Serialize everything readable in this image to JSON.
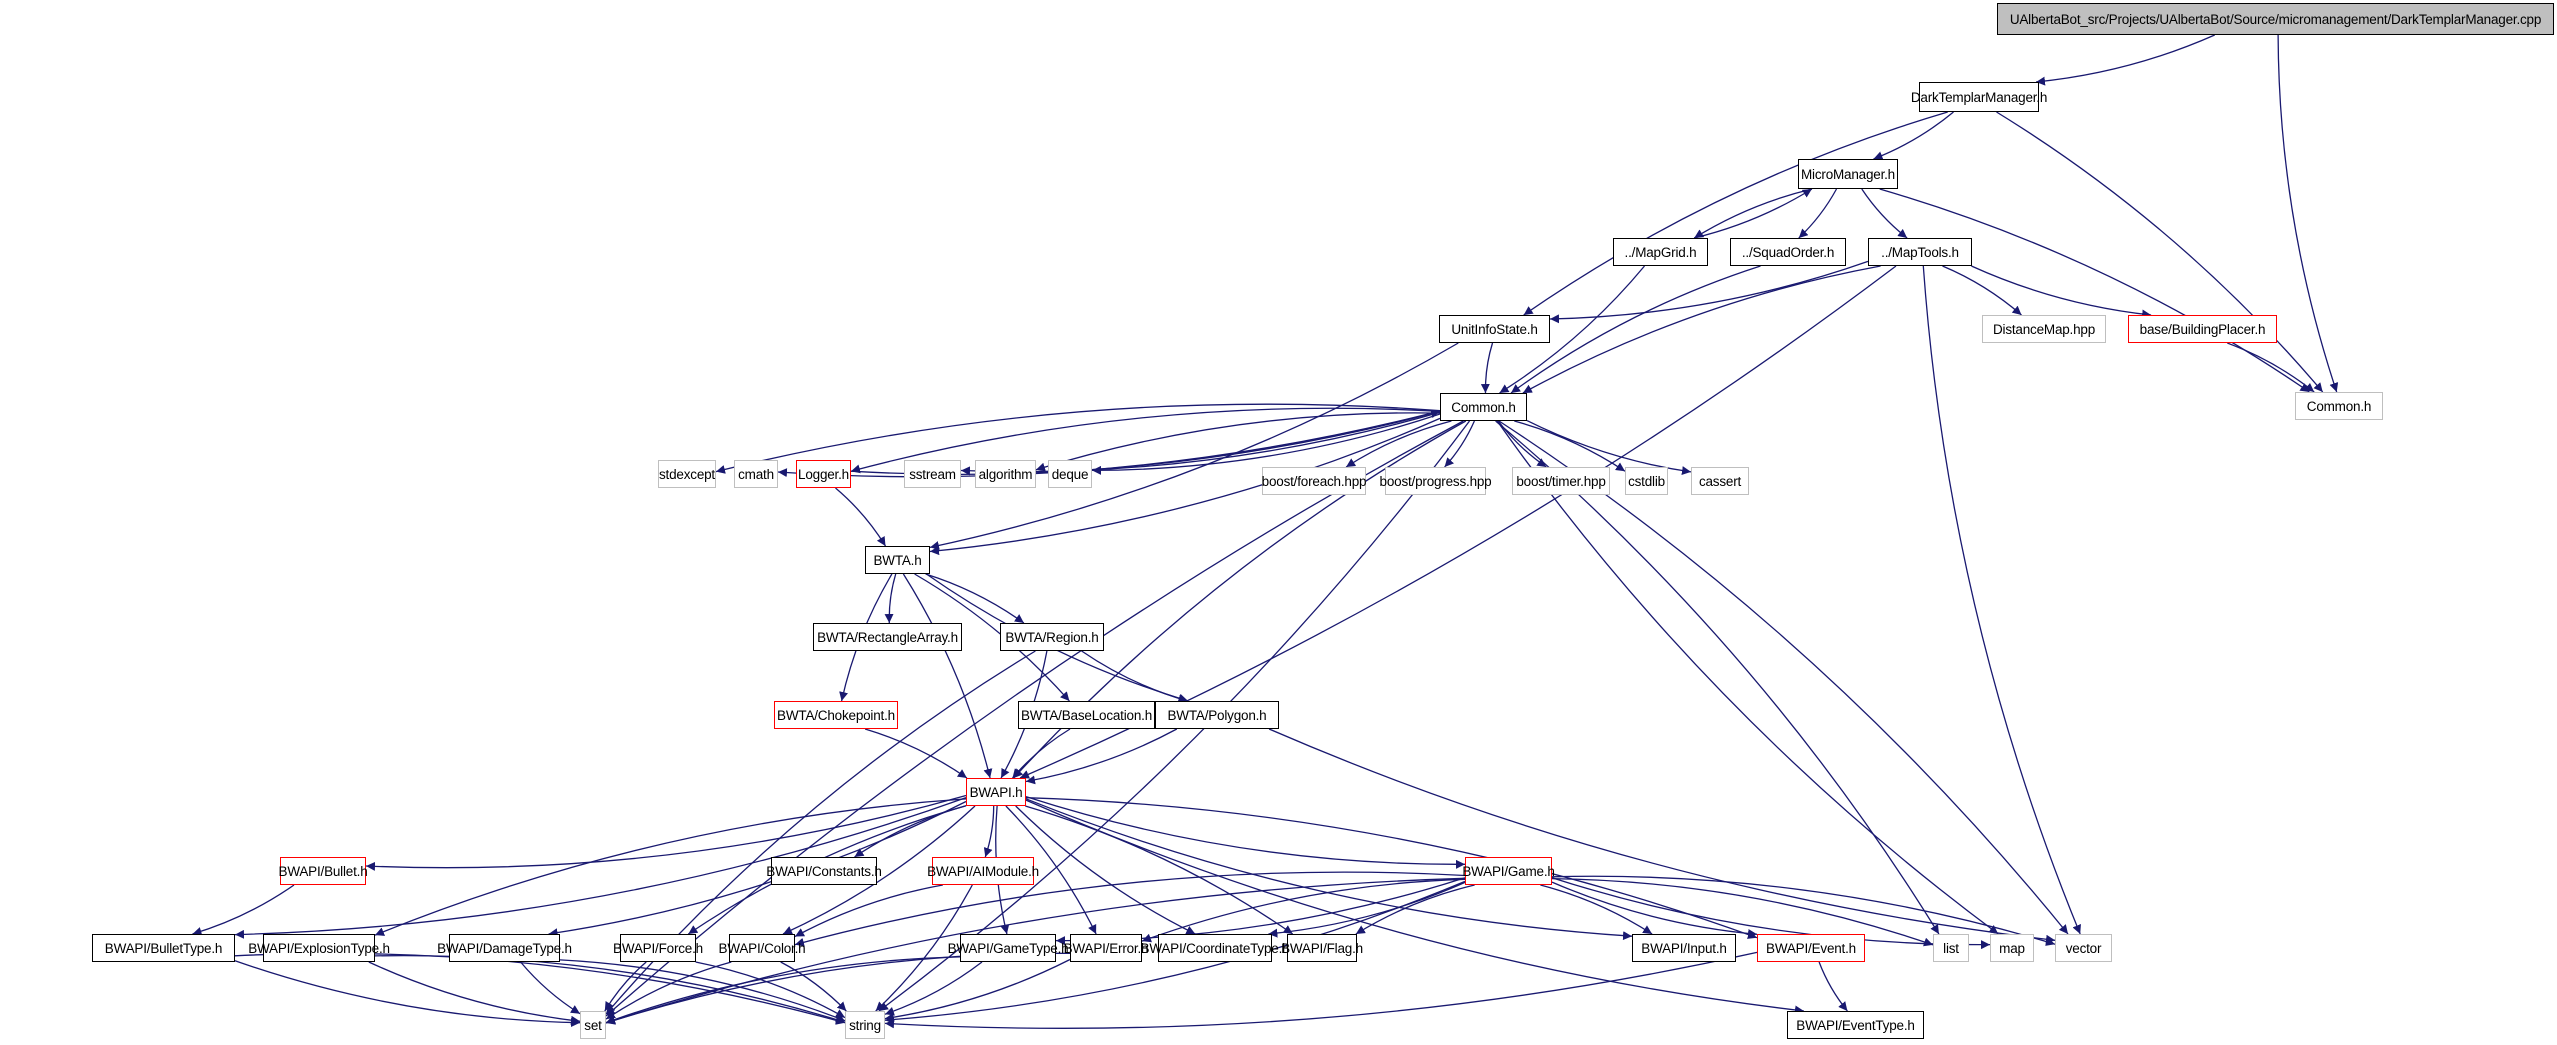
{
  "title": "UAlbertaBot_src/Projects/UAlbertaBot/Source/micromanagement/DarkTemplarManager.cpp",
  "colors": {
    "edge": "#191970",
    "documented_border": "#000000",
    "external_border": "#bfbfbf",
    "truncated_border": "#ff0000",
    "root_fill": "#bfbfbf"
  },
  "nodes": [
    {
      "id": "root",
      "label": "UAlbertaBot_src/Projects/UAlbertaBot/Source/micromanagement/DarkTemplarManager.cpp",
      "kind": "root"
    },
    {
      "id": "dtm",
      "label": "DarkTemplarManager.h",
      "kind": "doc"
    },
    {
      "id": "micro",
      "label": "MicroManager.h",
      "kind": "doc"
    },
    {
      "id": "mapgrid",
      "label": "../MapGrid.h",
      "kind": "doc"
    },
    {
      "id": "squad",
      "label": "../SquadOrder.h",
      "kind": "doc"
    },
    {
      "id": "maptools",
      "label": "../MapTools.h",
      "kind": "doc"
    },
    {
      "id": "unitinfo",
      "label": "UnitInfoState.h",
      "kind": "doc"
    },
    {
      "id": "distmap",
      "label": "DistanceMap.hpp",
      "kind": "ext"
    },
    {
      "id": "bplacer",
      "label": "base/BuildingPlacer.h",
      "kind": "red"
    },
    {
      "id": "common2",
      "label": "Common.h",
      "kind": "ext"
    },
    {
      "id": "common",
      "label": "Common.h",
      "kind": "doc"
    },
    {
      "id": "stdexcept",
      "label": "stdexcept",
      "kind": "ext"
    },
    {
      "id": "cmath",
      "label": "cmath",
      "kind": "ext"
    },
    {
      "id": "logger",
      "label": "Logger.h",
      "kind": "red"
    },
    {
      "id": "sstream",
      "label": "sstream",
      "kind": "ext"
    },
    {
      "id": "algorithm",
      "label": "algorithm",
      "kind": "ext"
    },
    {
      "id": "deque",
      "label": "deque",
      "kind": "ext"
    },
    {
      "id": "foreach",
      "label": "boost/foreach.hpp",
      "kind": "ext"
    },
    {
      "id": "progress",
      "label": "boost/progress.hpp",
      "kind": "ext"
    },
    {
      "id": "timer",
      "label": "boost/timer.hpp",
      "kind": "ext"
    },
    {
      "id": "cstdlib",
      "label": "cstdlib",
      "kind": "ext"
    },
    {
      "id": "cassert",
      "label": "cassert",
      "kind": "ext"
    },
    {
      "id": "bwta",
      "label": "BWTA.h",
      "kind": "doc"
    },
    {
      "id": "rectarr",
      "label": "BWTA/RectangleArray.h",
      "kind": "doc"
    },
    {
      "id": "region",
      "label": "BWTA/Region.h",
      "kind": "doc"
    },
    {
      "id": "choke",
      "label": "BWTA/Chokepoint.h",
      "kind": "red"
    },
    {
      "id": "baseloc",
      "label": "BWTA/BaseLocation.h",
      "kind": "doc"
    },
    {
      "id": "polygon",
      "label": "BWTA/Polygon.h",
      "kind": "doc"
    },
    {
      "id": "bwapi",
      "label": "BWAPI.h",
      "kind": "red"
    },
    {
      "id": "bullet",
      "label": "BWAPI/Bullet.h",
      "kind": "red"
    },
    {
      "id": "constants",
      "label": "BWAPI/Constants.h",
      "kind": "doc"
    },
    {
      "id": "aimodule",
      "label": "BWAPI/AIModule.h",
      "kind": "red"
    },
    {
      "id": "game",
      "label": "BWAPI/Game.h",
      "kind": "red"
    },
    {
      "id": "bullettype",
      "label": "BWAPI/BulletType.h",
      "kind": "doc"
    },
    {
      "id": "explosion",
      "label": "BWAPI/ExplosionType.h",
      "kind": "doc"
    },
    {
      "id": "damage",
      "label": "BWAPI/DamageType.h",
      "kind": "doc"
    },
    {
      "id": "force",
      "label": "BWAPI/Force.h",
      "kind": "doc"
    },
    {
      "id": "color",
      "label": "BWAPI/Color.h",
      "kind": "doc"
    },
    {
      "id": "gametype",
      "label": "BWAPI/GameType.h",
      "kind": "doc"
    },
    {
      "id": "error",
      "label": "BWAPI/Error.h",
      "kind": "doc"
    },
    {
      "id": "coord",
      "label": "BWAPI/CoordinateType.h",
      "kind": "doc"
    },
    {
      "id": "flag",
      "label": "BWAPI/Flag.h",
      "kind": "doc"
    },
    {
      "id": "input",
      "label": "BWAPI/Input.h",
      "kind": "doc"
    },
    {
      "id": "event",
      "label": "BWAPI/Event.h",
      "kind": "red"
    },
    {
      "id": "list",
      "label": "list",
      "kind": "ext"
    },
    {
      "id": "map",
      "label": "map",
      "kind": "ext"
    },
    {
      "id": "vector",
      "label": "vector",
      "kind": "ext"
    },
    {
      "id": "set",
      "label": "set",
      "kind": "ext"
    },
    {
      "id": "string",
      "label": "string",
      "kind": "ext"
    },
    {
      "id": "eventtype",
      "label": "BWAPI/EventType.h",
      "kind": "doc"
    }
  ],
  "edges": [
    [
      "root",
      "dtm"
    ],
    [
      "root",
      "common2"
    ],
    [
      "dtm",
      "micro"
    ],
    [
      "dtm",
      "unitinfo"
    ],
    [
      "dtm",
      "common2"
    ],
    [
      "micro",
      "mapgrid"
    ],
    [
      "micro",
      "squad"
    ],
    [
      "micro",
      "maptools"
    ],
    [
      "micro",
      "common2"
    ],
    [
      "mapgrid",
      "micro"
    ],
    [
      "mapgrid",
      "common"
    ],
    [
      "squad",
      "common"
    ],
    [
      "maptools",
      "unitinfo"
    ],
    [
      "maptools",
      "common"
    ],
    [
      "maptools",
      "distmap"
    ],
    [
      "maptools",
      "bplacer"
    ],
    [
      "maptools",
      "bwapi"
    ],
    [
      "maptools",
      "vector"
    ],
    [
      "bplacer",
      "common2"
    ],
    [
      "unitinfo",
      "common"
    ],
    [
      "unitinfo",
      "bwta"
    ],
    [
      "common",
      "stdexcept"
    ],
    [
      "common",
      "cmath"
    ],
    [
      "common",
      "logger"
    ],
    [
      "common",
      "sstream"
    ],
    [
      "common",
      "algorithm"
    ],
    [
      "common",
      "deque"
    ],
    [
      "common",
      "foreach"
    ],
    [
      "common",
      "progress"
    ],
    [
      "common",
      "timer"
    ],
    [
      "common",
      "cstdlib"
    ],
    [
      "common",
      "cassert"
    ],
    [
      "common",
      "bwta"
    ],
    [
      "common",
      "bwapi"
    ],
    [
      "common",
      "list"
    ],
    [
      "common",
      "map"
    ],
    [
      "common",
      "vector"
    ],
    [
      "common",
      "set"
    ],
    [
      "common",
      "string"
    ],
    [
      "logger",
      "common"
    ],
    [
      "logger",
      "bwta"
    ],
    [
      "bwta",
      "rectarr"
    ],
    [
      "bwta",
      "region"
    ],
    [
      "bwta",
      "choke"
    ],
    [
      "bwta",
      "baseloc"
    ],
    [
      "bwta",
      "polygon"
    ],
    [
      "bwta",
      "bwapi"
    ],
    [
      "region",
      "polygon"
    ],
    [
      "region",
      "bwapi"
    ],
    [
      "region",
      "set"
    ],
    [
      "choke",
      "bwapi"
    ],
    [
      "baseloc",
      "bwapi"
    ],
    [
      "polygon",
      "bwapi"
    ],
    [
      "polygon",
      "vector"
    ],
    [
      "bwapi",
      "bullet"
    ],
    [
      "bwapi",
      "constants"
    ],
    [
      "bwapi",
      "aimodule"
    ],
    [
      "bwapi",
      "game"
    ],
    [
      "bwapi",
      "bullettype"
    ],
    [
      "bwapi",
      "explosion"
    ],
    [
      "bwapi",
      "damage"
    ],
    [
      "bwapi",
      "force"
    ],
    [
      "bwapi",
      "color"
    ],
    [
      "bwapi",
      "gametype"
    ],
    [
      "bwapi",
      "error"
    ],
    [
      "bwapi",
      "coord"
    ],
    [
      "bwapi",
      "flag"
    ],
    [
      "bwapi",
      "input"
    ],
    [
      "bwapi",
      "event"
    ],
    [
      "bwapi",
      "eventtype"
    ],
    [
      "bullet",
      "bullettype"
    ],
    [
      "aimodule",
      "color"
    ],
    [
      "aimodule",
      "string"
    ],
    [
      "game",
      "color"
    ],
    [
      "game",
      "gametype"
    ],
    [
      "game",
      "error"
    ],
    [
      "game",
      "coord"
    ],
    [
      "game",
      "flag"
    ],
    [
      "game",
      "input"
    ],
    [
      "game",
      "event"
    ],
    [
      "game",
      "list"
    ],
    [
      "game",
      "map"
    ],
    [
      "game",
      "vector"
    ],
    [
      "game",
      "set"
    ],
    [
      "game",
      "string"
    ],
    [
      "bullettype",
      "set"
    ],
    [
      "bullettype",
      "string"
    ],
    [
      "explosion",
      "set"
    ],
    [
      "explosion",
      "string"
    ],
    [
      "damage",
      "set"
    ],
    [
      "damage",
      "string"
    ],
    [
      "force",
      "set"
    ],
    [
      "force",
      "string"
    ],
    [
      "color",
      "set"
    ],
    [
      "color",
      "string"
    ],
    [
      "gametype",
      "set"
    ],
    [
      "gametype",
      "string"
    ],
    [
      "error",
      "set"
    ],
    [
      "error",
      "string"
    ],
    [
      "event",
      "eventtype"
    ],
    [
      "event",
      "string"
    ]
  ]
}
